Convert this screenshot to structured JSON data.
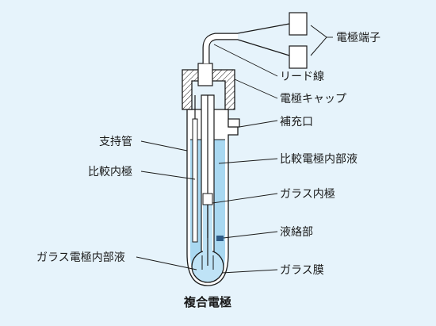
{
  "caption": "複合電極",
  "labels": {
    "terminal": "電極端子",
    "lead_wire": "リード線",
    "cap": "電極キャップ",
    "refill_port": "補充口",
    "support_tube": "支持管",
    "ref_solution": "比較電極内部液",
    "ref_inner_electrode": "比較内極",
    "glass_inner_electrode": "ガラス内極",
    "liquid_junction": "液絡部",
    "glass_inner_solution": "ガラス電極内部液",
    "glass_membrane": "ガラス膜"
  },
  "colors": {
    "background": "#e6f3fb",
    "solution": "#a9d8f1",
    "solution_dark": "#7cc3ea",
    "line": "#1a1a1a",
    "junction": "#2e5a86"
  }
}
